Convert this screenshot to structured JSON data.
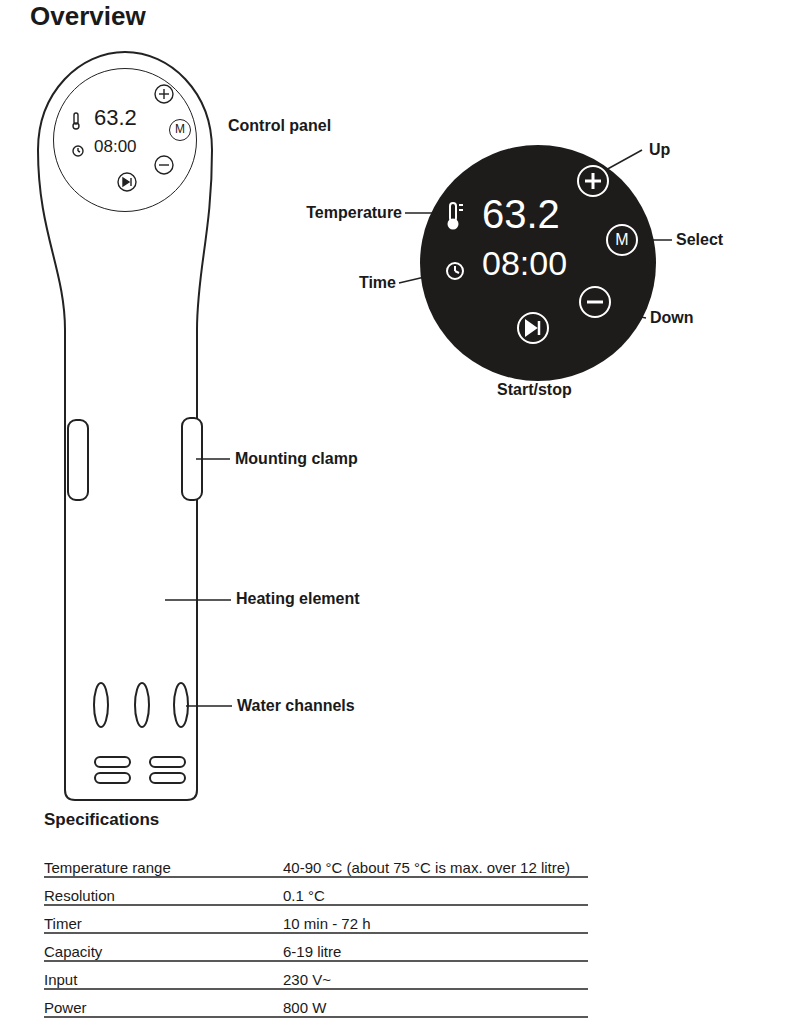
{
  "diagram": {
    "title": "Overview",
    "nodes": [
      {
        "text": [
          "63.2",
          "08:00"
        ]
      },
      {
        "text": [
          "M"
        ],
        "in": 0
      },
      {
        "text": [
          "63.2",
          "08:00"
        ]
      },
      {
        "text": [
          "M"
        ],
        "in": 2
      }
    ],
    "labels": [
      "Control panel",
      "Up",
      "Temperature",
      "Select",
      "Time",
      "Down",
      "Start/stop",
      "Mounting clamp",
      "Heating element",
      "Water channels",
      "Specifications",
      "Temperature range",
      "40-90 °C (about 75 °C is max. over 12 litre)",
      "Resolution",
      "0.1 °C",
      "Timer",
      "10 min - 72 h",
      "Capacity",
      "6-19 litre",
      "Input",
      "230 V~",
      "Power",
      "800 W"
    ]
  }
}
